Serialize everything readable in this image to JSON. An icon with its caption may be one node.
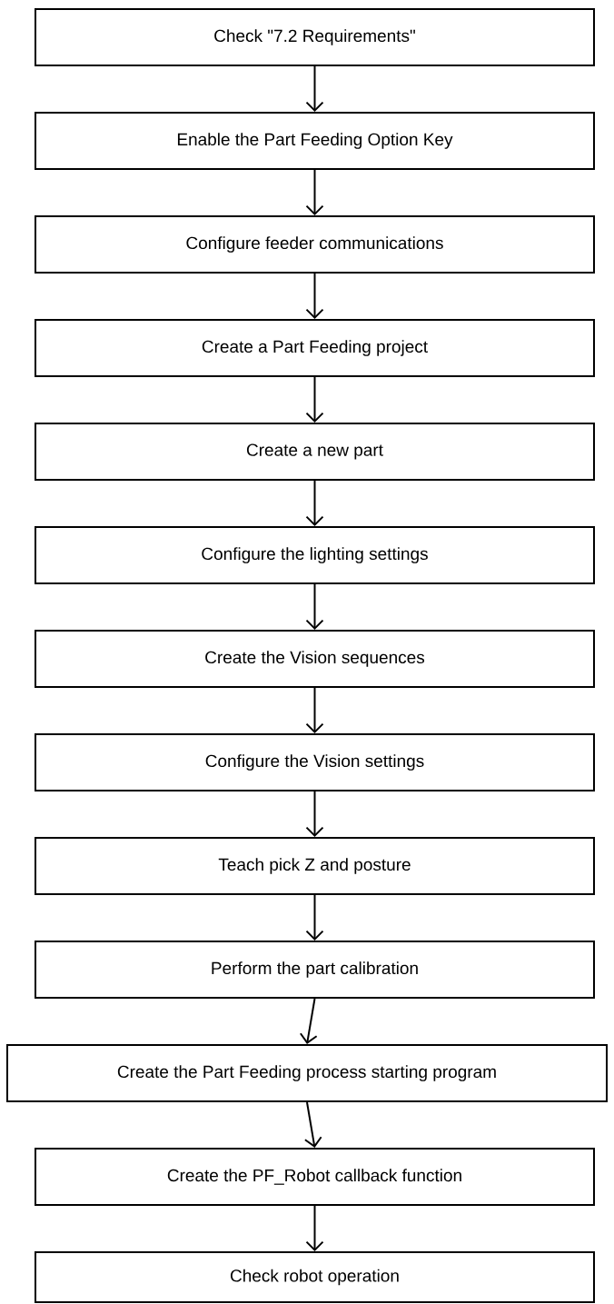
{
  "diagram": {
    "nodes": [
      {
        "text": [
          "Check \"7.2 Requirements\""
        ]
      },
      {
        "text": [
          "Enable the Part Feeding Option Key"
        ]
      },
      {
        "text": [
          "Configure feeder communications"
        ]
      },
      {
        "text": [
          "Create a Part Feeding project"
        ]
      },
      {
        "text": [
          "Create a new part"
        ]
      },
      {
        "text": [
          "Configure the lighting settings"
        ]
      },
      {
        "text": [
          "Create the Vision sequences"
        ]
      },
      {
        "text": [
          "Configure the Vision settings"
        ]
      },
      {
        "text": [
          "Teach pick Z and posture"
        ]
      },
      {
        "text": [
          "Perform the part calibration"
        ]
      },
      {
        "text": [
          "Create the Part Feeding process starting program"
        ]
      },
      {
        "text": [
          "Create the PF_Robot callback function"
        ]
      },
      {
        "text": [
          "Check robot operation"
        ]
      }
    ],
    "edges": [
      {
        "from": 0,
        "to": 1,
        "arrow": "to"
      },
      {
        "from": 1,
        "to": 2,
        "arrow": "to"
      },
      {
        "from": 2,
        "to": 3,
        "arrow": "to"
      },
      {
        "from": 3,
        "to": 4,
        "arrow": "to"
      },
      {
        "from": 4,
        "to": 5,
        "arrow": "to"
      },
      {
        "from": 5,
        "to": 6,
        "arrow": "to"
      },
      {
        "from": 6,
        "to": 7,
        "arrow": "to"
      },
      {
        "from": 7,
        "to": 8,
        "arrow": "to"
      },
      {
        "from": 8,
        "to": 9,
        "arrow": "to"
      },
      {
        "from": 9,
        "to": 10,
        "arrow": "to"
      },
      {
        "from": 10,
        "to": 11,
        "arrow": "to"
      },
      {
        "from": 11,
        "to": 12,
        "arrow": "to"
      }
    ]
  }
}
